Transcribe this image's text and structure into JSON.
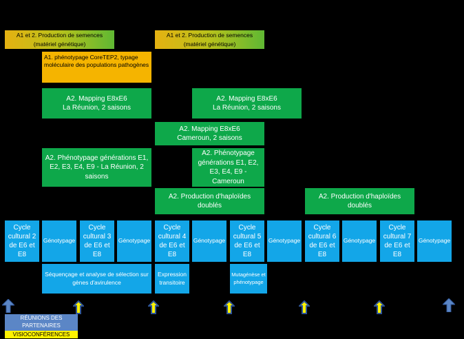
{
  "seed": {
    "box1": {
      "line1": "A1 et 2. Production de semences",
      "line2": "(matériel génétique)"
    },
    "box2": {
      "line1": "A1 et 2. Production de semences",
      "line2": "(matériel génétique)"
    }
  },
  "phenotypage_core": "A1. phénotypage CoreTEP2, typage moléculaire des populations pathogènes",
  "mapping_reunion_1": {
    "line1": "A2. Mapping E8xE6",
    "line2": "La Réunion, 2 saisons"
  },
  "mapping_reunion_2": {
    "line1": "A2. Mapping E8xE6",
    "line2": "La Réunion, 2 saisons"
  },
  "mapping_cameroun": {
    "line1": "A2. Mapping E8xE6",
    "line2": "Cameroun, 2 saisons"
  },
  "pheno_reunion": "A2. Phénotypage générations E1, E2, E3, E4, E9 - La Réunion, 2 saisons",
  "pheno_cameroun": "A2. Phénotypage générations E1, E2, E3, E4, E9 - Cameroun",
  "haploides_1": "A2. Production d'haploïdes doublés",
  "haploides_2": "A2. Production d'haploïdes doublés",
  "cycles": [
    {
      "label": "Cycle cultural 2 de E6 et E8"
    },
    {
      "label": "Génotypage"
    },
    {
      "label": "Cycle cultural 3 de E6 et E8"
    },
    {
      "label": "Génotypage"
    },
    {
      "label": "Cycle cultural 4 de E6 et E8"
    },
    {
      "label": "Génotypage"
    },
    {
      "label": "Cycle cultural 5 de E6 et E8"
    },
    {
      "label": "Génotypage"
    },
    {
      "label": "Cycle cultural 6 de E6 et E8"
    },
    {
      "label": "Génotypage"
    },
    {
      "label": "Cycle cultural 7 de E6 et E8"
    },
    {
      "label": "Génotypage"
    }
  ],
  "sequencage": "Séquençage et analyse de sélection sur gènes d'avirulence",
  "expression": "Expression transitoire",
  "mutagenese": "Mutagénèse et phénotypage",
  "legend": {
    "reunions": "RÉUNIONS DES PARTENAIRES",
    "visio": "VISIOCONFÉRENCES"
  },
  "colors": {
    "green": "#0ea84a",
    "cyan": "#13a6e8",
    "orange": "#f5b400",
    "blue_arrow": "#5b86c6",
    "yellow_arrow": "#fff200"
  }
}
